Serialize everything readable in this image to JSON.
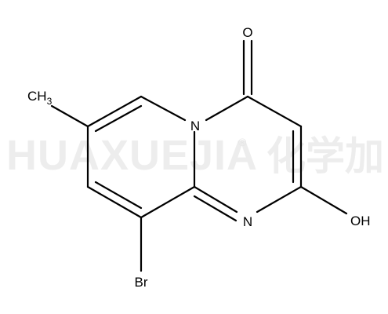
{
  "watermark": {
    "latin": "HUAXUEJIA",
    "registered": "®",
    "cjk": "化学加"
  },
  "atoms": {
    "oxygen_top": "O",
    "nitrogen_ring": "N",
    "nitrogen_imine": "N",
    "hydroxyl": "OH",
    "bromine": "Br",
    "methyl_c": "CH",
    "methyl_sub": "3"
  },
  "colors": {
    "bond": "#000000",
    "text": "#000000",
    "watermark": "#ededed",
    "background": "#ffffff"
  }
}
